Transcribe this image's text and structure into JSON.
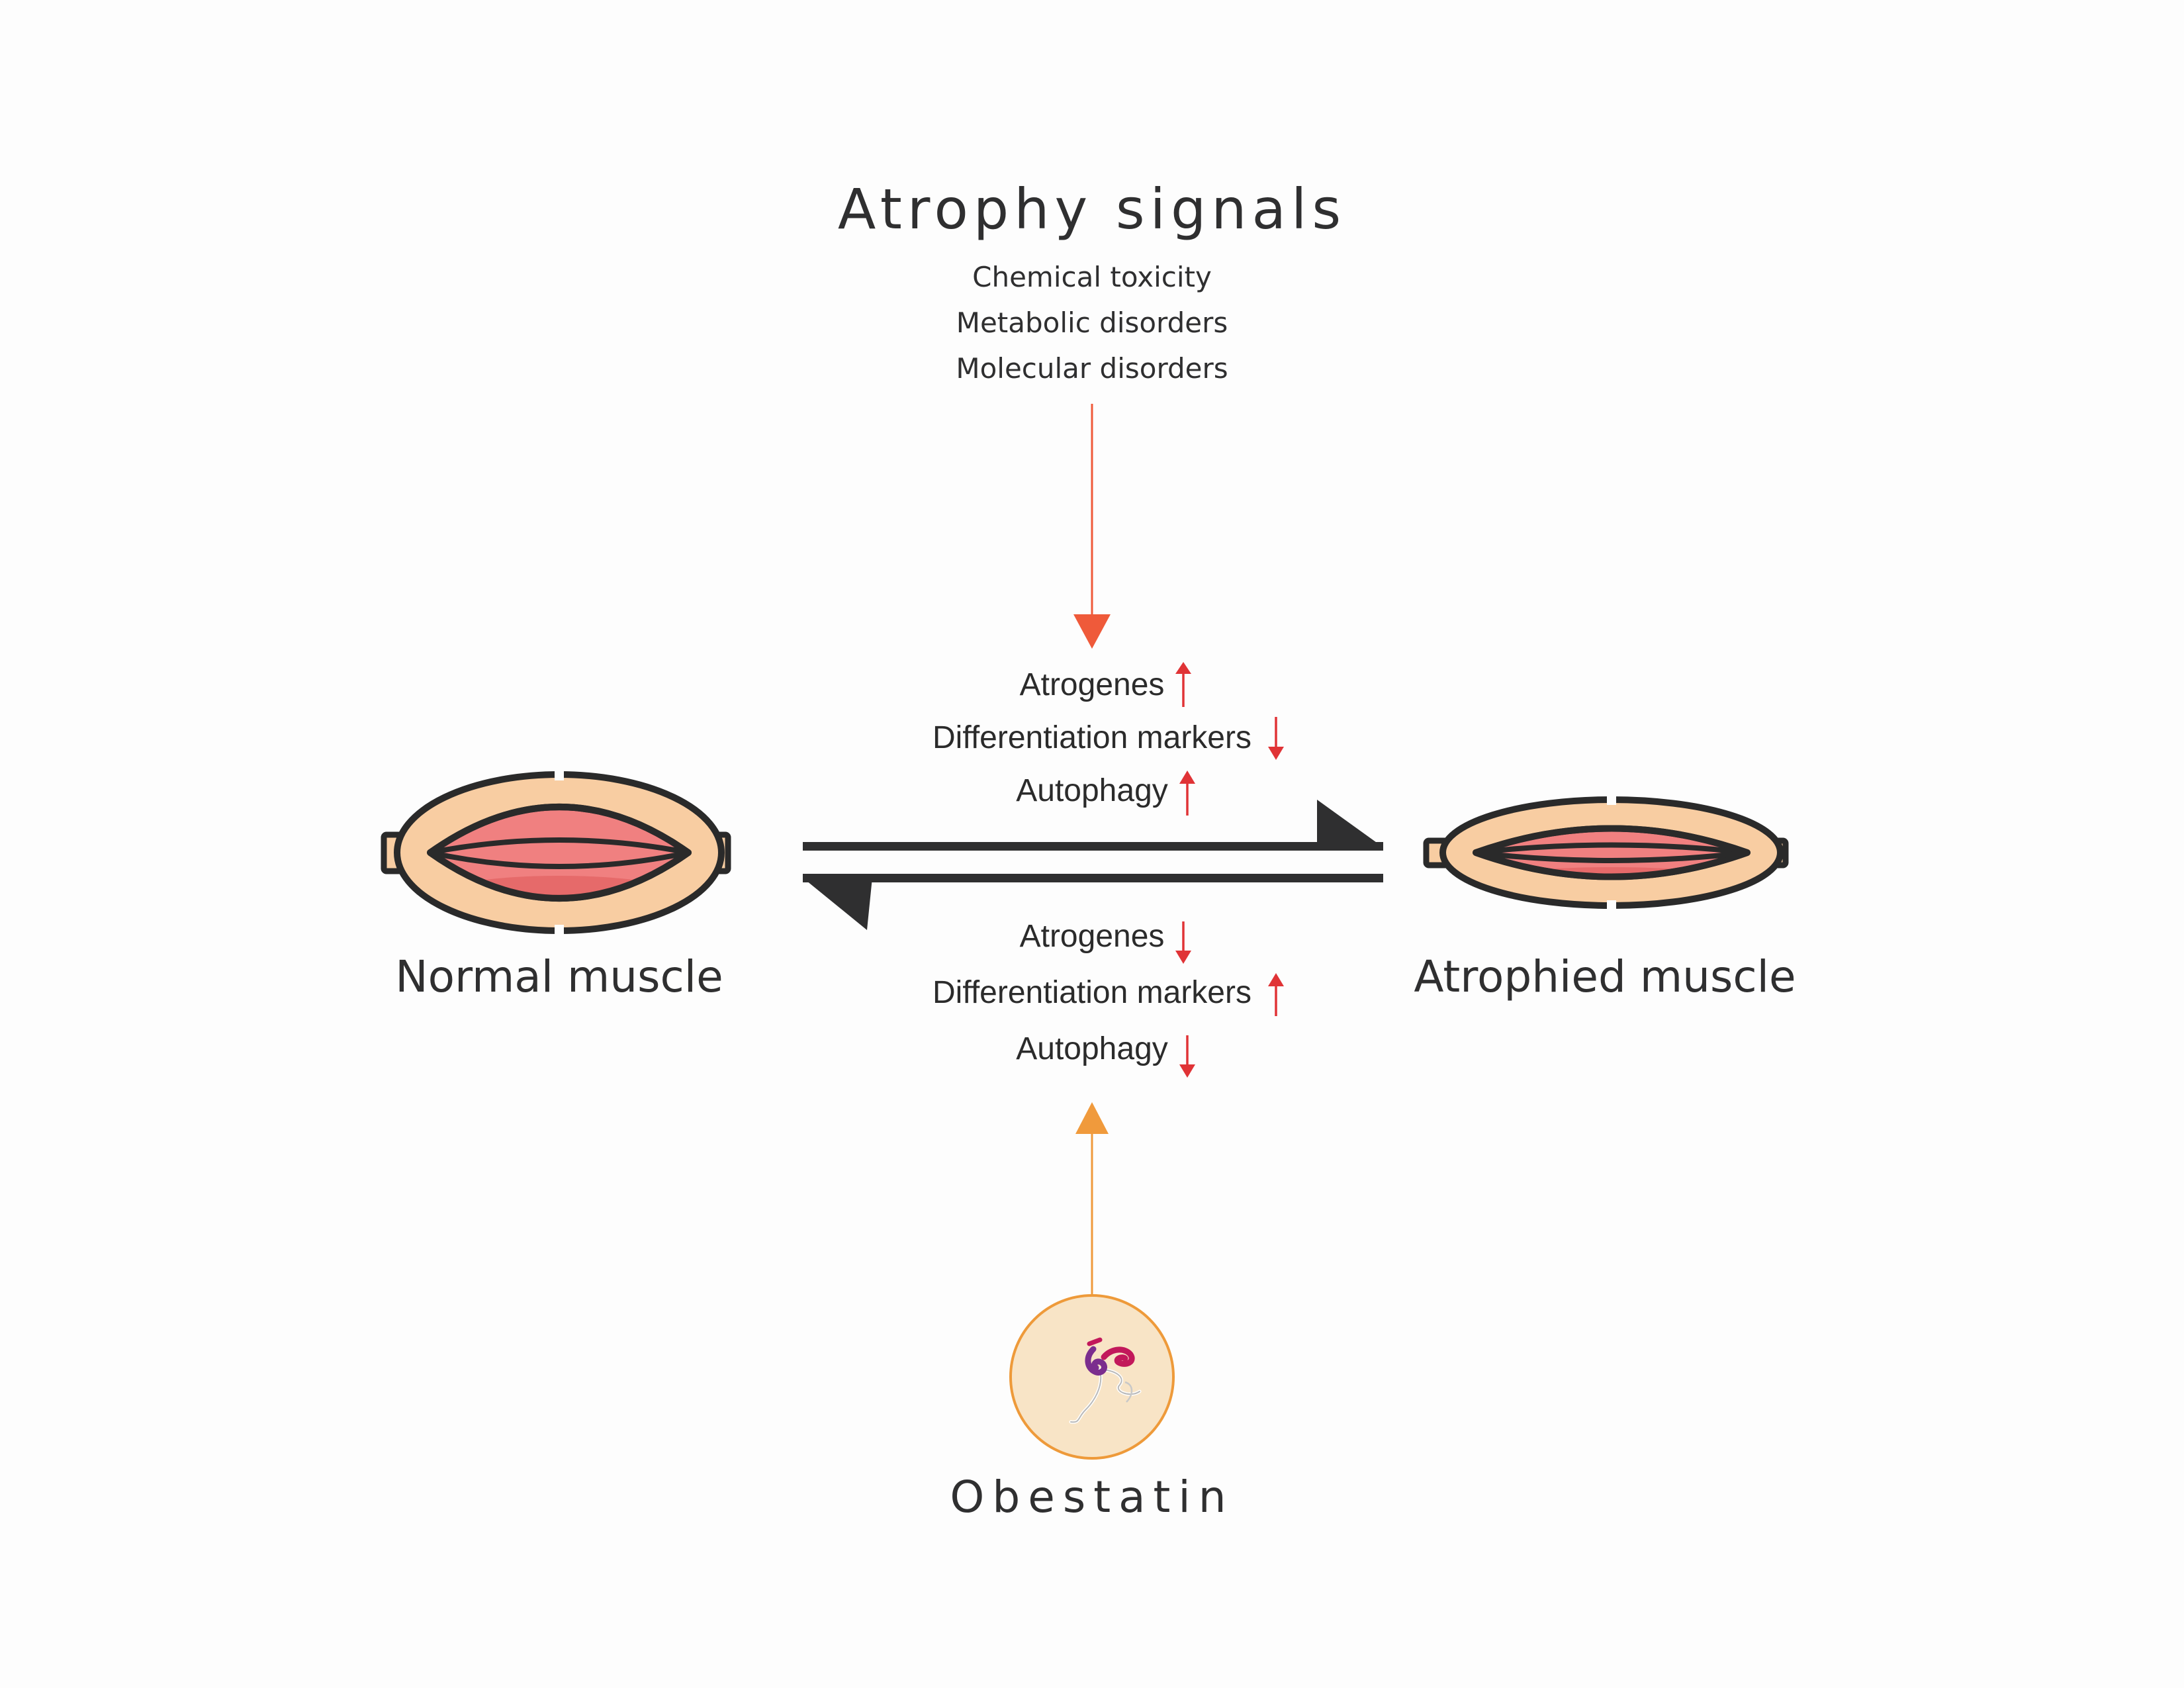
{
  "colors": {
    "signal_arrow": "#ef5a3a",
    "obestatin_arrow": "#f09a3c",
    "marker_arrow": "#e03336",
    "reaction_arrow": "#2f2f30",
    "muscle_tendon": "#f8cda2",
    "muscle_belly": "#f08080",
    "muscle_outline": "#2a2a2a",
    "obestatin_fill": "#f8e4c6",
    "obestatin_stroke": "#ee9a3a",
    "protein_magenta": "#c2185b",
    "protein_purple": "#7b2d8e"
  },
  "atrophy_signals": {
    "title": "Atrophy signals",
    "items": [
      "Chemical toxicity",
      "Metabolic disorders",
      "Molecular disorders"
    ]
  },
  "forward_effects": [
    {
      "label": "Atrogenes",
      "direction": "up"
    },
    {
      "label": "Differentiation markers",
      "direction": "down"
    },
    {
      "label": "Autophagy",
      "direction": "up"
    }
  ],
  "reverse_effects": [
    {
      "label": "Atrogenes",
      "direction": "down"
    },
    {
      "label": "Differentiation markers",
      "direction": "up"
    },
    {
      "label": "Autophagy",
      "direction": "down"
    }
  ],
  "normal_muscle": {
    "label": "Normal muscle"
  },
  "atrophied_muscle": {
    "label": "Atrophied muscle"
  },
  "obestatin": {
    "label": "Obestatin"
  }
}
